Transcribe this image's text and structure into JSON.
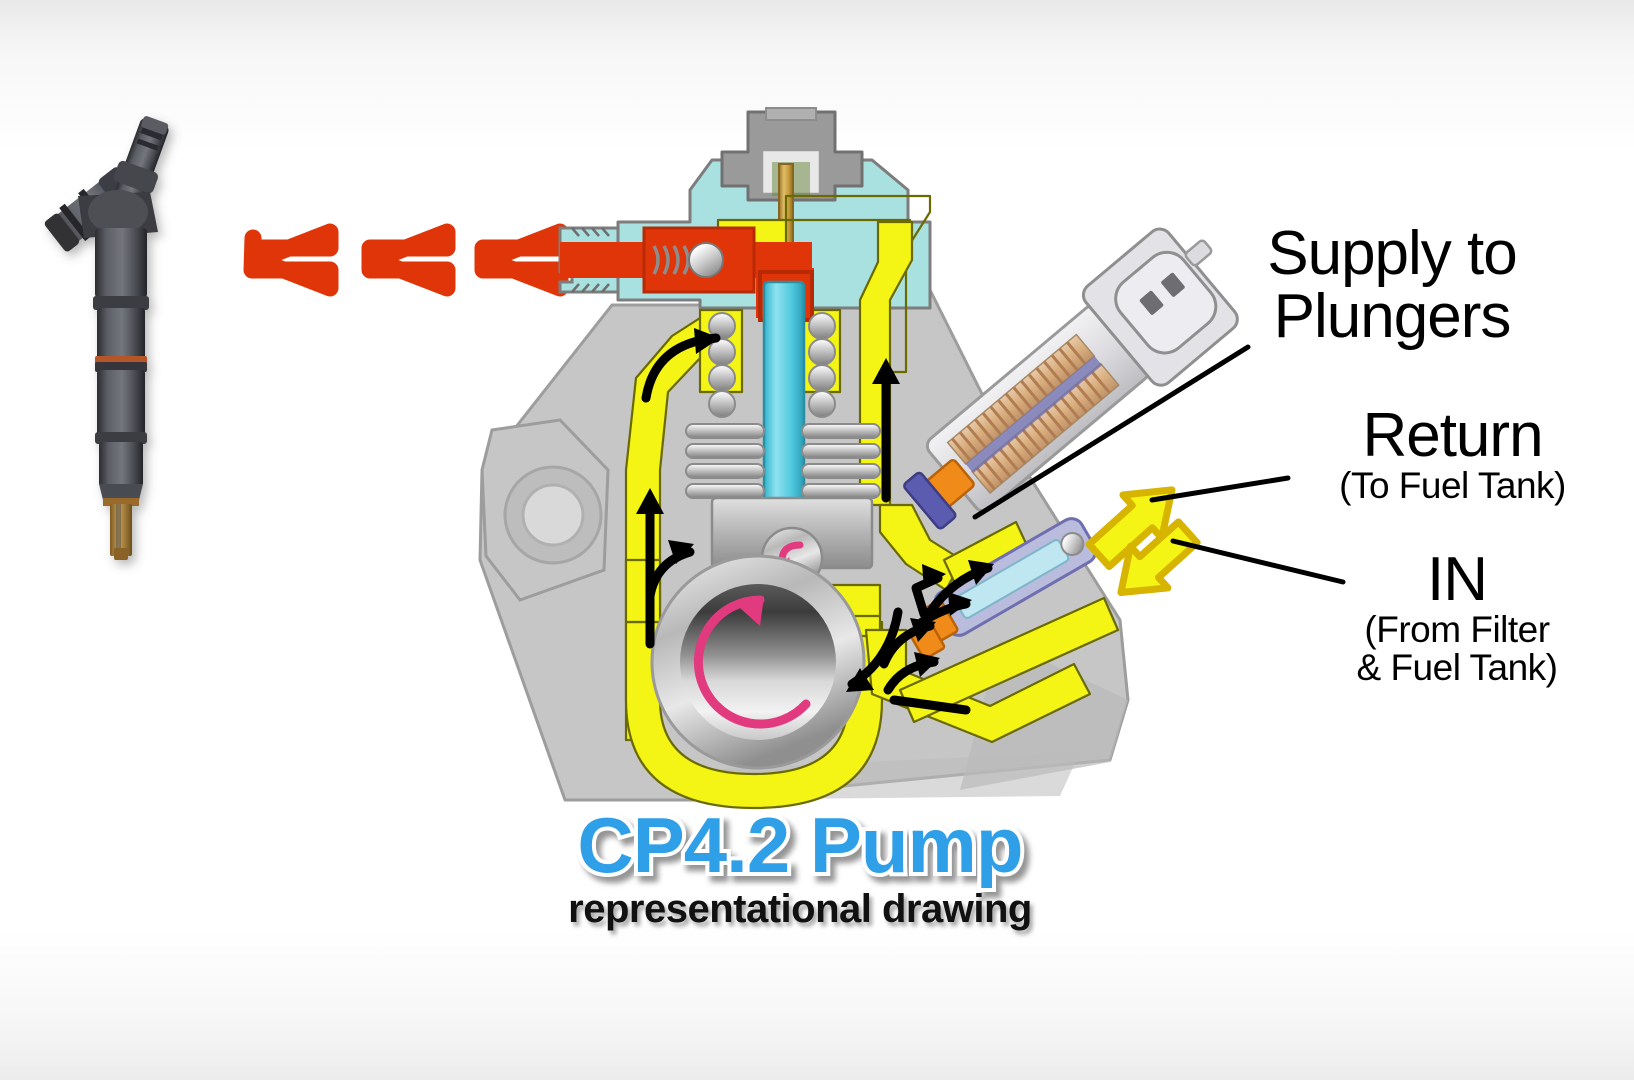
{
  "diagram": {
    "title_main": "CP4.2 Pump",
    "title_sub": "representational drawing",
    "background_color": "#ffffff"
  },
  "labels": [
    {
      "id": "supply-to-plungers",
      "line1": "Supply to",
      "line2": "Plungers",
      "style": "big"
    },
    {
      "id": "return",
      "line1": "Return",
      "line2": "(To Fuel Tank)",
      "style": "big-with-sub"
    },
    {
      "id": "in",
      "line1": "IN",
      "line2": "(From Filter",
      "line3": "& Fuel Tank)",
      "style": "big-with-sub"
    }
  ],
  "colors": {
    "fuel_low_pressure": "#f4f415",
    "fuel_high_pressure": "#e03508",
    "pump_head": "#a9e0e0",
    "pump_body": "#c6c6c6",
    "plunger": "#4fc8dc",
    "needle": "#c79b3a",
    "rotation_arrow": "#e23a7e",
    "flow_arrow": "#000000",
    "title_blue": "#2f9fe8",
    "outlet_arrow_fill": "#f6d21a",
    "outlet_arrow_stroke": "#e03508",
    "port_arrow_fill": "#f4f415",
    "port_arrow_stroke": "#d6b400",
    "injector_body": "#4a4a4e",
    "injector_tip": "#b98a3a"
  },
  "components": {
    "injector_photo": "fuel-injector",
    "outlet_arrows_count": 3,
    "outlet_direction": "left",
    "solenoid_connector_pins": 2,
    "camshaft_rotation": "counter-clockwise",
    "port_return_direction": "up-right",
    "port_in_direction": "down-left"
  }
}
